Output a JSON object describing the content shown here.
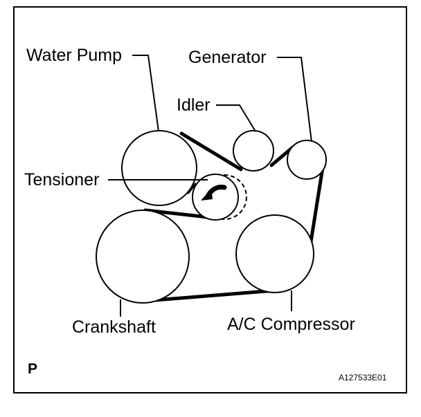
{
  "labels": {
    "water_pump": "Water Pump",
    "generator": "Generator",
    "idler": "Idler",
    "tensioner": "Tensioner",
    "crankshaft": "Crankshaft",
    "ac_compressor": "A/C Compressor"
  },
  "corner_mark": "P",
  "figure_code": "A127533E01",
  "colors": {
    "line": "#000000",
    "background": "#ffffff"
  },
  "icons": {
    "rotation_arrow": "curved-arrow-icon"
  }
}
